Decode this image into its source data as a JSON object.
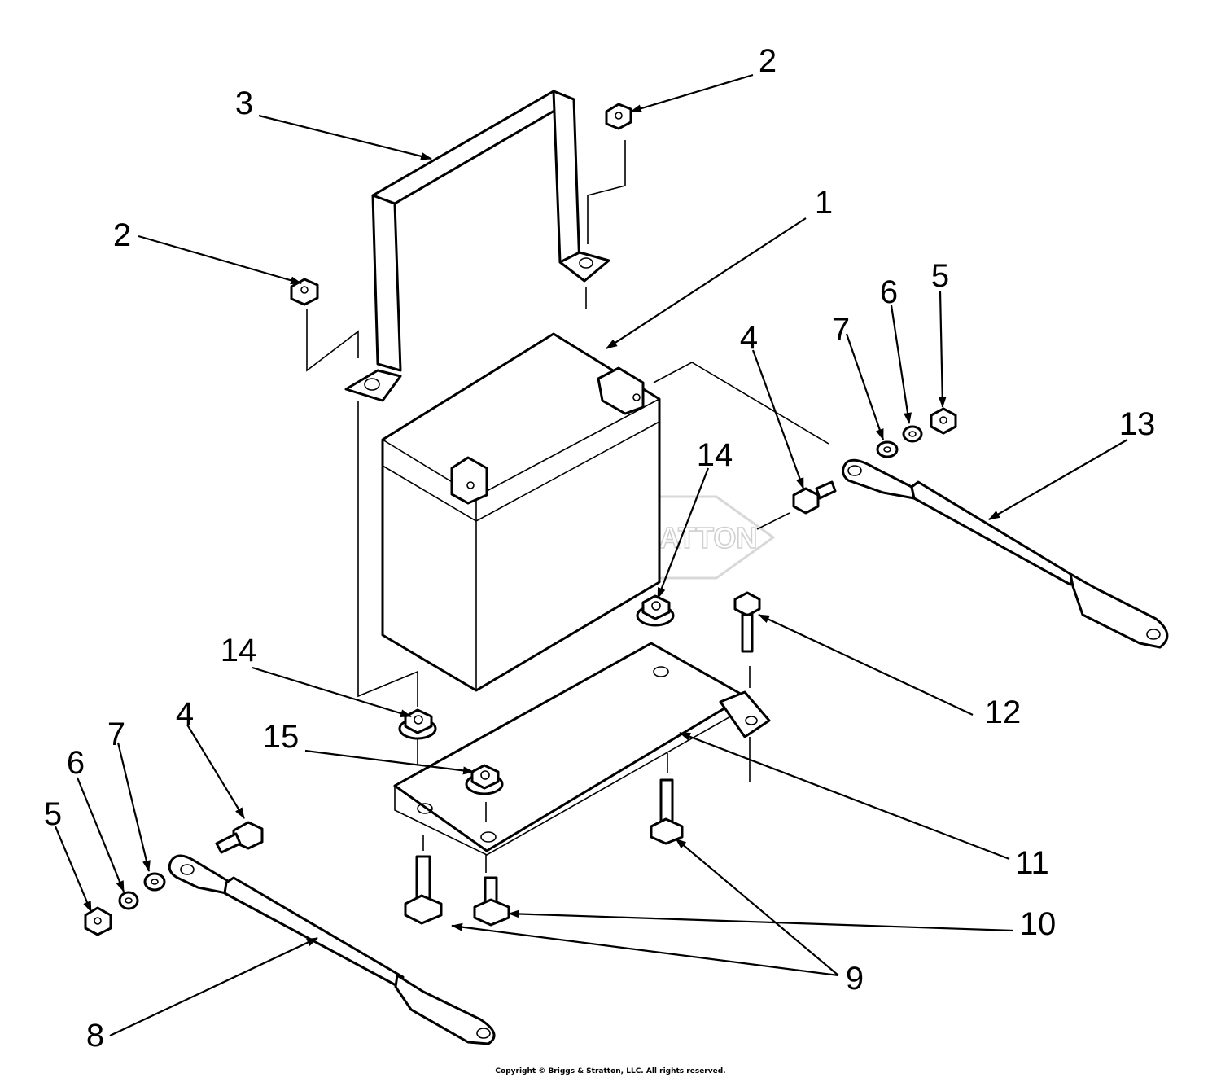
{
  "diagram": {
    "watermark": "BRIGGS&STRATTON",
    "copyright": "Copyright © Briggs & Stratton, LLC. All rights reserved.",
    "callouts": {
      "c1": "1",
      "c2a": "2",
      "c2b": "2",
      "c3": "3",
      "c4a": "4",
      "c4b": "4",
      "c5a": "5",
      "c5b": "5",
      "c6a": "6",
      "c6b": "6",
      "c7a": "7",
      "c7b": "7",
      "c8": "8",
      "c9": "9",
      "c10": "10",
      "c11": "11",
      "c12": "12",
      "c13": "13",
      "c14a": "14",
      "c14b": "14",
      "c15": "15"
    }
  }
}
